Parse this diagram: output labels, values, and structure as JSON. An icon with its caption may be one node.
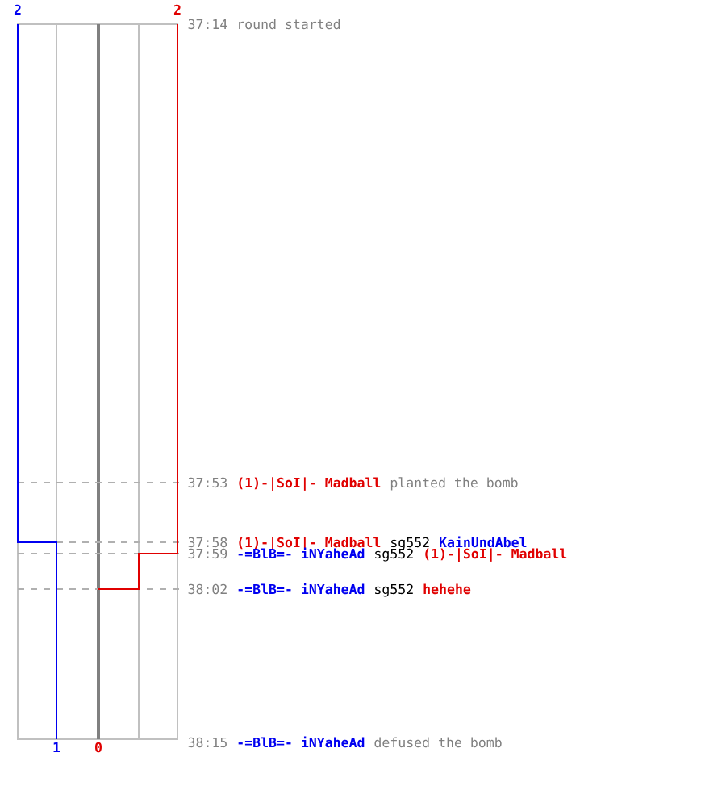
{
  "diagram": {
    "labels": [
      "2",
      "2",
      "37:14",
      "round started",
      "37:53",
      "(1)-|SoI|- Madball",
      "planted the bomb",
      "37:58",
      "(1)-|SoI|- Madball",
      "sg552",
      "KainUndAbel",
      "37:59",
      "-=BlB=- iNYaheAd",
      "sg552",
      "(1)-|SoI|- Madball",
      "38:02",
      "-=BlB=- iNYaheAd",
      "sg552",
      "hehehe",
      "38:15",
      "-=BlB=- iNYaheAd",
      "defused the bomb",
      "1",
      "0"
    ]
  }
}
